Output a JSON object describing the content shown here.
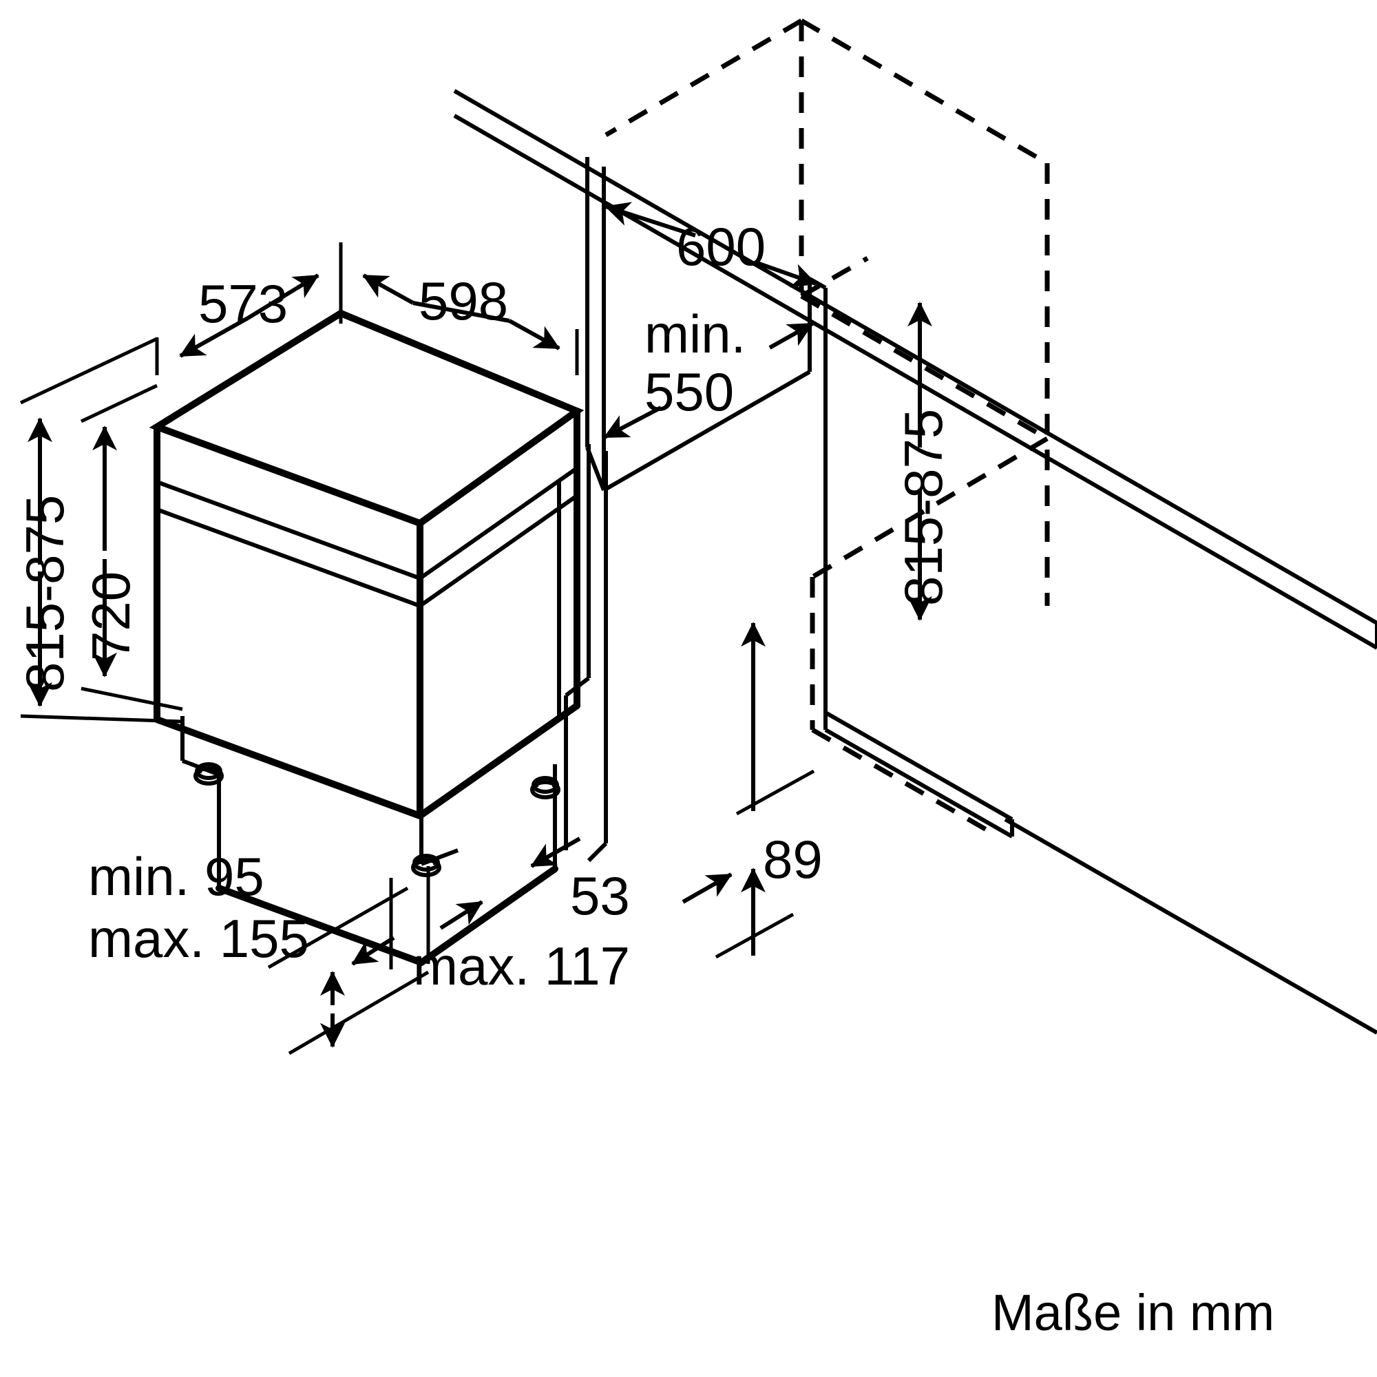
{
  "diagram": {
    "title": "Dishwasher built-in installation dimension drawing",
    "units_note": "Maße in mm",
    "dimensions": {
      "depth_body": "573",
      "width_body": "598",
      "niche_width": "600",
      "niche_depth_min": "min. 550",
      "height_top_left": "815-875",
      "height_body": "720",
      "height_right": "815-875",
      "plinth_recess": "89",
      "plinth_depth": "53",
      "foot_height_min": "min. 95",
      "foot_height_max": "max. 155",
      "door_gap_max": "max. 117"
    },
    "labels": [
      {
        "id": "d-573",
        "text": "573"
      },
      {
        "id": "d-598",
        "text": "598"
      },
      {
        "id": "d-600",
        "text": "600"
      },
      {
        "id": "d-min550-line1",
        "text": "min."
      },
      {
        "id": "d-min550-line2",
        "text": "550"
      },
      {
        "id": "d-815-875-left",
        "text": "815-875"
      },
      {
        "id": "d-720",
        "text": "720"
      },
      {
        "id": "d-815-875-right",
        "text": "815-875"
      },
      {
        "id": "d-89",
        "text": "89"
      },
      {
        "id": "d-53",
        "text": "53"
      },
      {
        "id": "d-min95",
        "text": "min. 95"
      },
      {
        "id": "d-max155",
        "text": "max. 155"
      },
      {
        "id": "d-max117",
        "text": "max. 117"
      },
      {
        "id": "d-units",
        "text": "Maße in mm"
      }
    ],
    "colors": {
      "line": "#000000",
      "background": "#ffffff"
    }
  }
}
